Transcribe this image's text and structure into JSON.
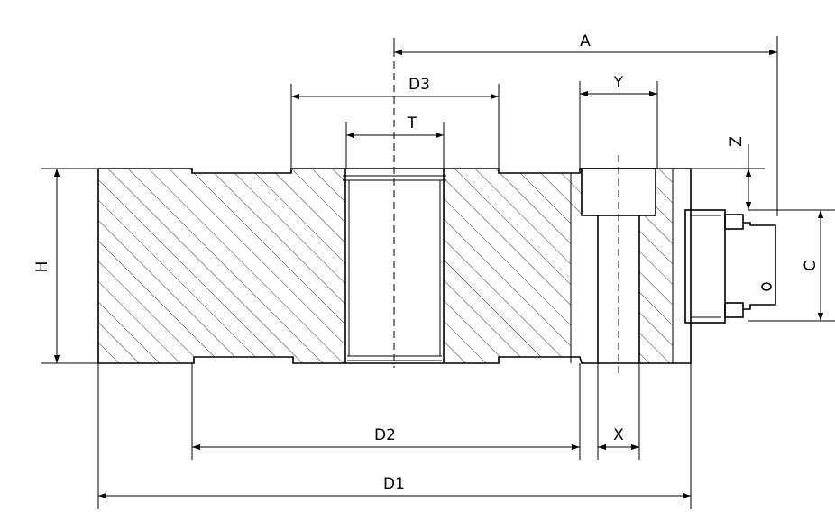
{
  "dimensions": {
    "a": "A",
    "d3": "D3",
    "y": "Y",
    "t": "T",
    "z": "Z",
    "h": "H",
    "c": "C",
    "d2": "D2",
    "x": "X",
    "d1": "D1"
  },
  "colors": {
    "line": "#000000",
    "background": "#ffffff"
  }
}
